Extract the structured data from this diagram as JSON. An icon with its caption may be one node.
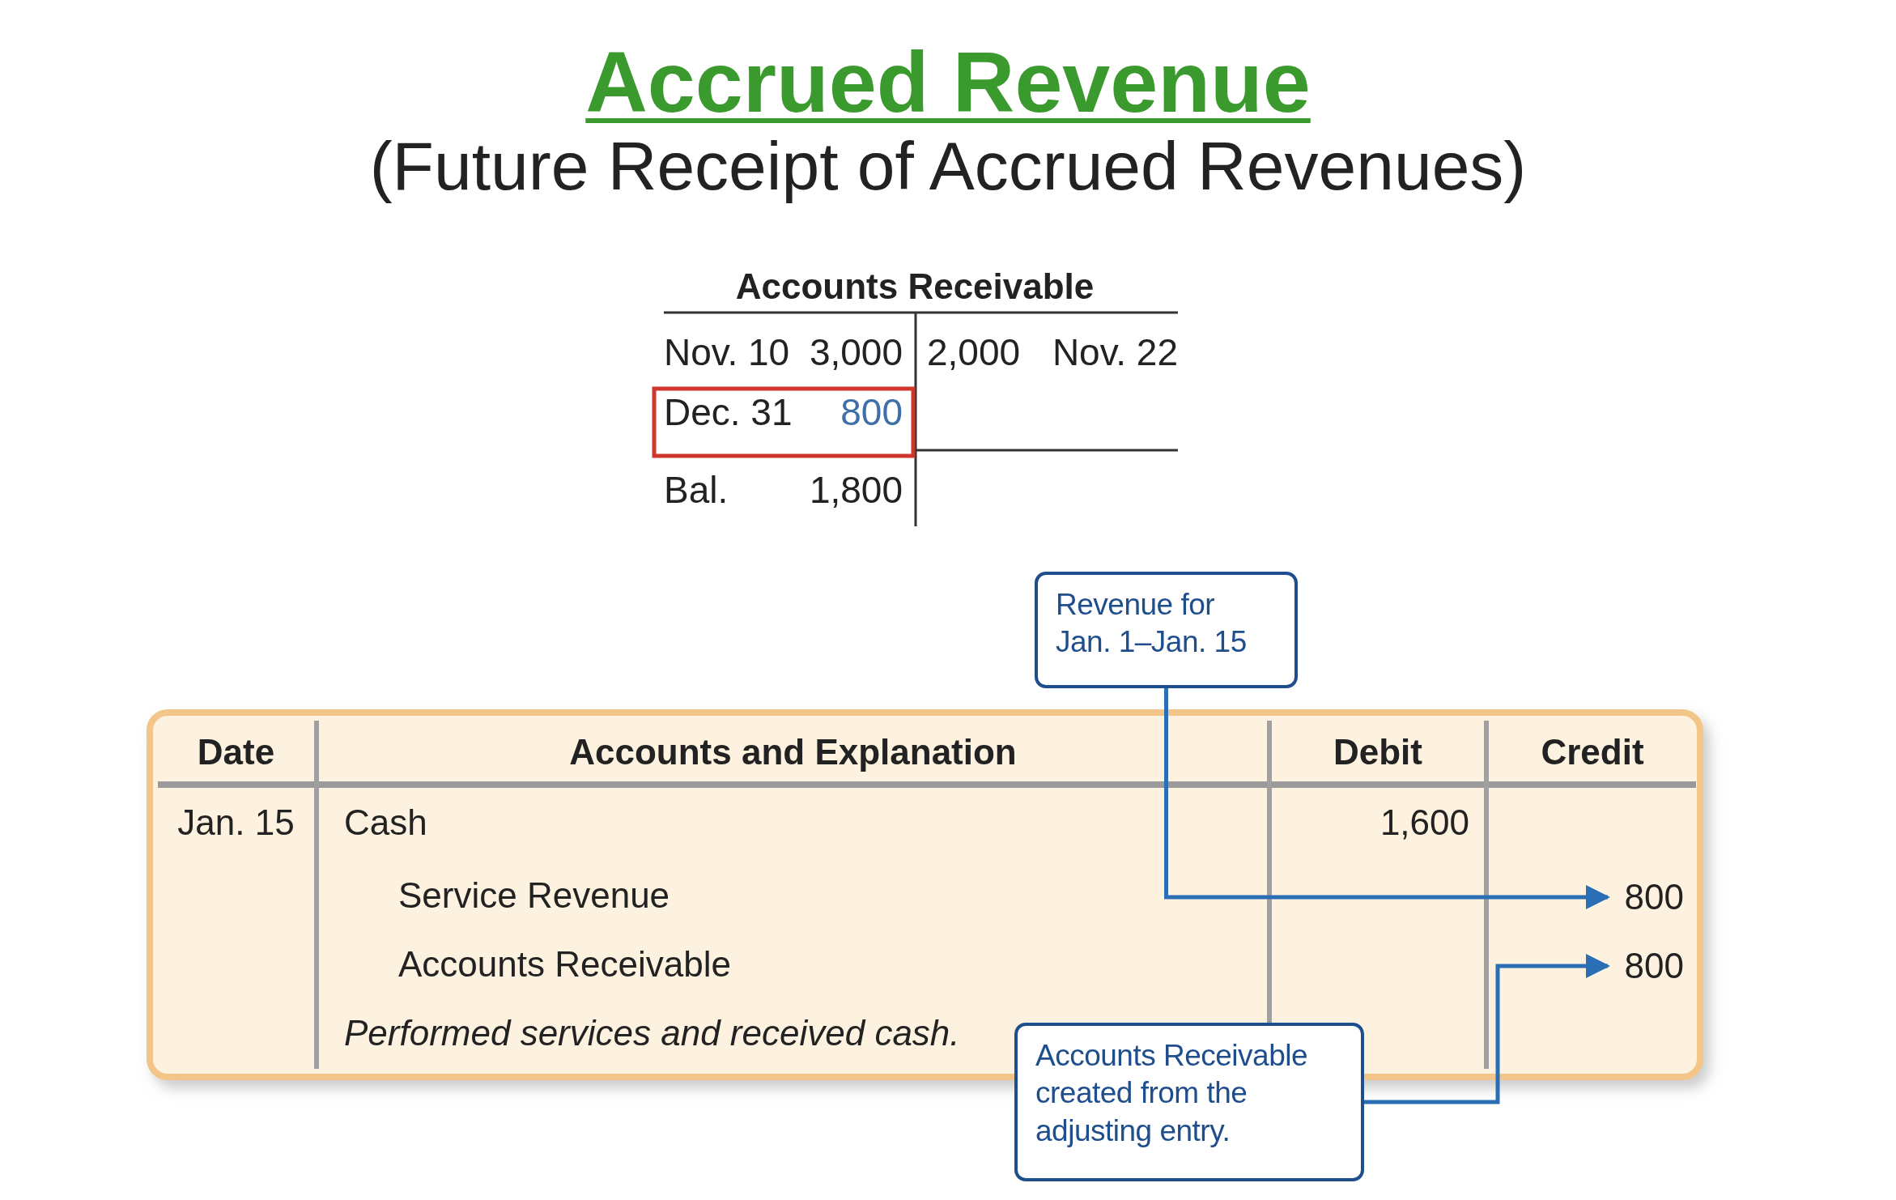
{
  "diagram": {
    "title": "Accrued Revenue",
    "nodes": [
      {
        "text": [
          "Revenue for Jan. 1–Jan. 15"
        ]
      },
      {
        "text": [
          "800"
        ]
      },
      {
        "text": [
          "800"
        ]
      },
      {
        "text": [
          "Accounts Receivable created from the adjusting entry."
        ]
      }
    ],
    "edges": [
      {
        "from": 0,
        "to": 1,
        "arrow": "to"
      },
      {
        "from": 3,
        "to": 2,
        "arrow": "to"
      }
    ],
    "labels": [
      "(Future Receipt of Accrued Revenues)",
      "Accounts Receivable",
      "Nov. 10",
      "3,000",
      "2,000",
      "Nov. 22",
      "Dec. 31",
      "800",
      "Bal.",
      "1,800",
      "Date",
      "Accounts and Explanation",
      "Debit",
      "Credit",
      "Jan. 15",
      "Cash",
      "1,600",
      "Service Revenue",
      "Accounts Receivable",
      "Performed services and received cash."
    ]
  }
}
